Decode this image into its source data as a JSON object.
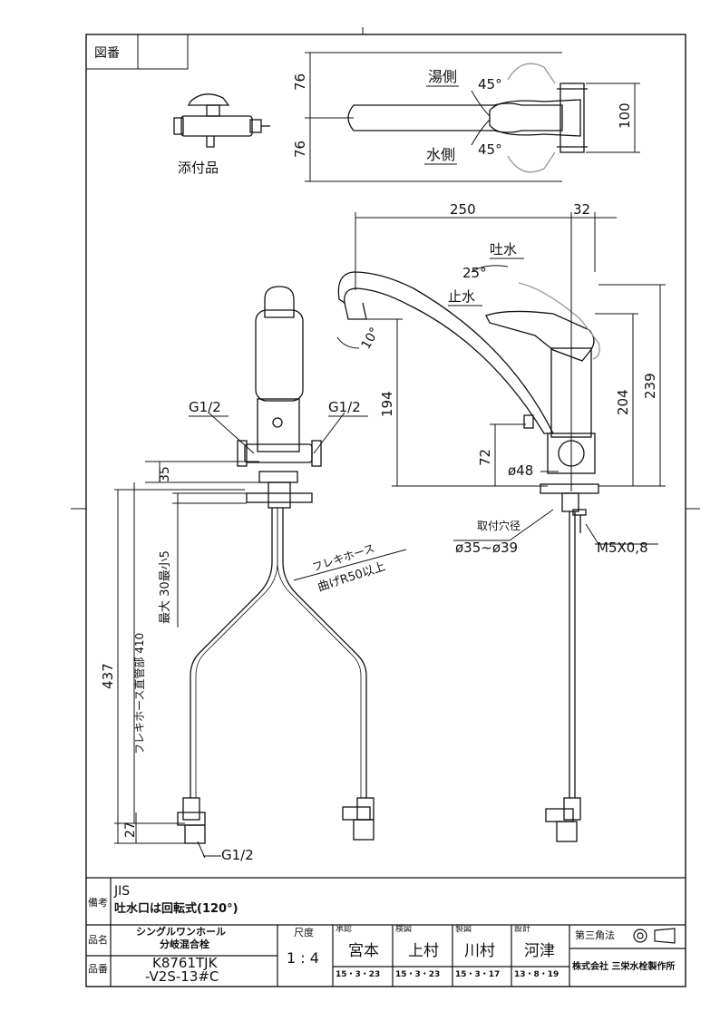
{
  "corner_box": {
    "label": "図番"
  },
  "accessory": {
    "label": "添付品"
  },
  "top_view": {
    "hot_side": "湯側",
    "cold_side": "水側",
    "angle_hot": "45°",
    "angle_cold": "45°",
    "dim_upper": "76",
    "dim_lower": "76",
    "dim_right": "100"
  },
  "side_view": {
    "dim_reach": "250",
    "dim_offset": "32",
    "spout_open": "吐水",
    "spout_close": "止水",
    "lever_angle": "25°",
    "spout_angle": "10°",
    "dim_spout_height": "194",
    "dim_lever_height": "204",
    "dim_total_height": "239",
    "dim_outlet": "72",
    "dim_body_dia": "ø48",
    "mount_hole_title": "取付穴径",
    "mount_hole_value": "ø35~ø39",
    "stud_thread": "M5X0,8"
  },
  "front_view": {
    "inlet_left": "G1/2",
    "inlet_right": "G1/2",
    "dim_35": "35",
    "deck_thickness": "最大 30最小5",
    "hose_length_label": "フレキホース直管部 410",
    "dim_total": "437",
    "dim_bottom": "27",
    "hose_label": "フレキホース",
    "bend_radius": "曲げR50以上",
    "hose_end_thread": "G1/2"
  },
  "notes": {
    "label": "備考",
    "line1": "JIS",
    "line2": "吐水口は回転式(120°)"
  },
  "title_block": {
    "name_label": "品名",
    "name_line1": "シングルワンホール",
    "name_line2": "分岐混合栓",
    "code_label": "品番",
    "code_line1": "K8761TJK",
    "code_line2": "-V2S-13#C",
    "scale_label": "尺度",
    "scale_value": "1 : 4",
    "approve_label": "承認",
    "approve_name": "宮本",
    "approve_date": "15・3・23",
    "check_label": "検図",
    "check_name": "上村",
    "check_date": "15・3・23",
    "draw_label": "製図",
    "draw_name": "川村",
    "draw_date": "15・3・17",
    "design_label": "設計",
    "design_name": "河津",
    "design_date": "13・8・19",
    "projection_label": "第三角法",
    "company": "株式会社 三栄水栓製作所"
  }
}
